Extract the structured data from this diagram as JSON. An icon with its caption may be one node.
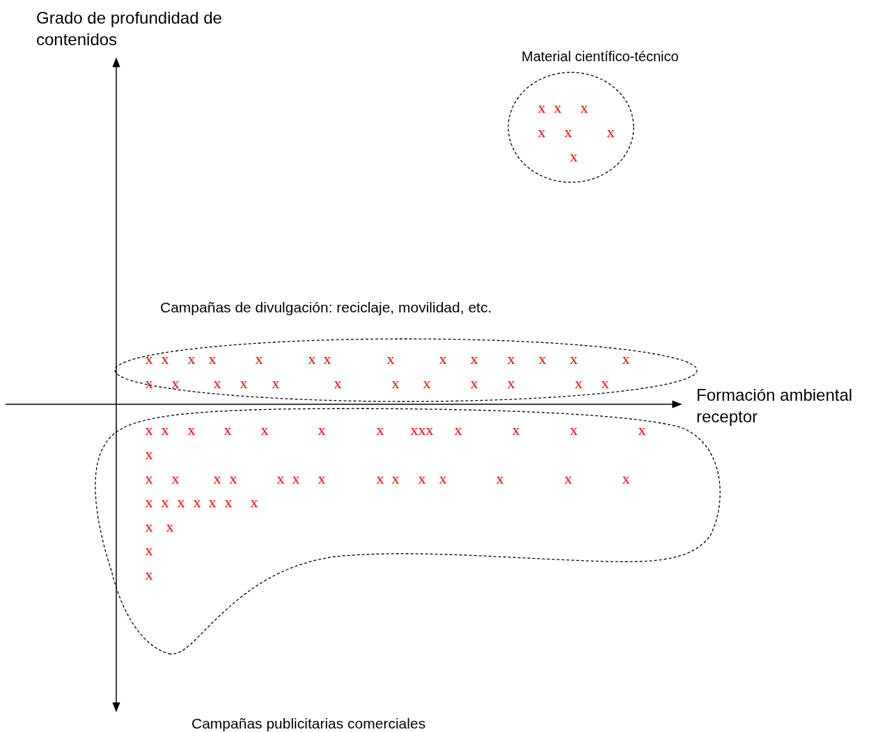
{
  "diagram": {
    "nodes": [
      {
        "text": [
          "Material científico-técnico",
          "x x x",
          "x x x",
          "x"
        ]
      },
      {
        "text": [
          "Campañas de divulgación: reciclaje, movilidad, etc.",
          "x x x x x x x x x x x x x x",
          "x x x x x x x x x x x x"
        ]
      },
      {
        "text": [
          "Campañas publicitarias comerciales",
          "x x x x x x x xxx x x x x",
          "x",
          "x x x x x x x x x x x x x x",
          "x x x x x x x",
          "x x",
          "x",
          "x"
        ]
      }
    ],
    "edges": [],
    "labels": [
      "Grado de profundidad de contenidos",
      "Formación ambiental receptor"
    ]
  }
}
